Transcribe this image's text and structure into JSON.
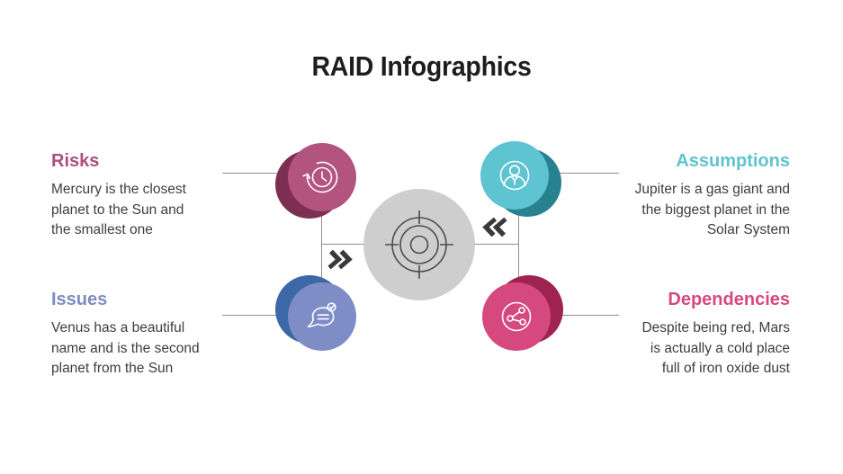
{
  "title": "RAID Infographics",
  "sections": {
    "risks": {
      "label": "Risks",
      "description": "Mercury is the closest\nplanet to the Sun and\nthe smallest one",
      "heading_color": "#ae4f7e",
      "circle_color": "#b25380",
      "shadow_color": "#7d2f53",
      "icon": "history-clock-icon"
    },
    "issues": {
      "label": "Issues",
      "description": "Venus has a beautiful\nname and is the second\nplanet from the Sun",
      "heading_color": "#7d8cc2",
      "circle_color": "#7e8dc5",
      "shadow_color": "#3c69a6",
      "icon": "chat-bubble-icon"
    },
    "assumptions": {
      "label": "Assumptions",
      "description": "Jupiter is a gas giant and\nthe biggest planet in the\nSolar System",
      "heading_color": "#5fc3d0",
      "circle_color": "#5ec4d1",
      "shadow_color": "#27818f",
      "icon": "user-icon"
    },
    "dependencies": {
      "label": "Dependencies",
      "description": "Despite being red, Mars\nis actually a cold place\nfull of iron oxide dust",
      "heading_color": "#d6497e",
      "circle_color": "#d6497e",
      "shadow_color": "#9e2350",
      "icon": "share-icon"
    }
  },
  "center": {
    "icon": "target-icon",
    "circle_color": "#cecece",
    "icon_color": "#4c4c4c"
  },
  "connectors": {
    "line_color": "#8f8f8f",
    "chevron_color": "#3a3a3a",
    "left_chevron_icon": "double-chevron-right-icon",
    "right_chevron_icon": "double-chevron-left-icon"
  }
}
